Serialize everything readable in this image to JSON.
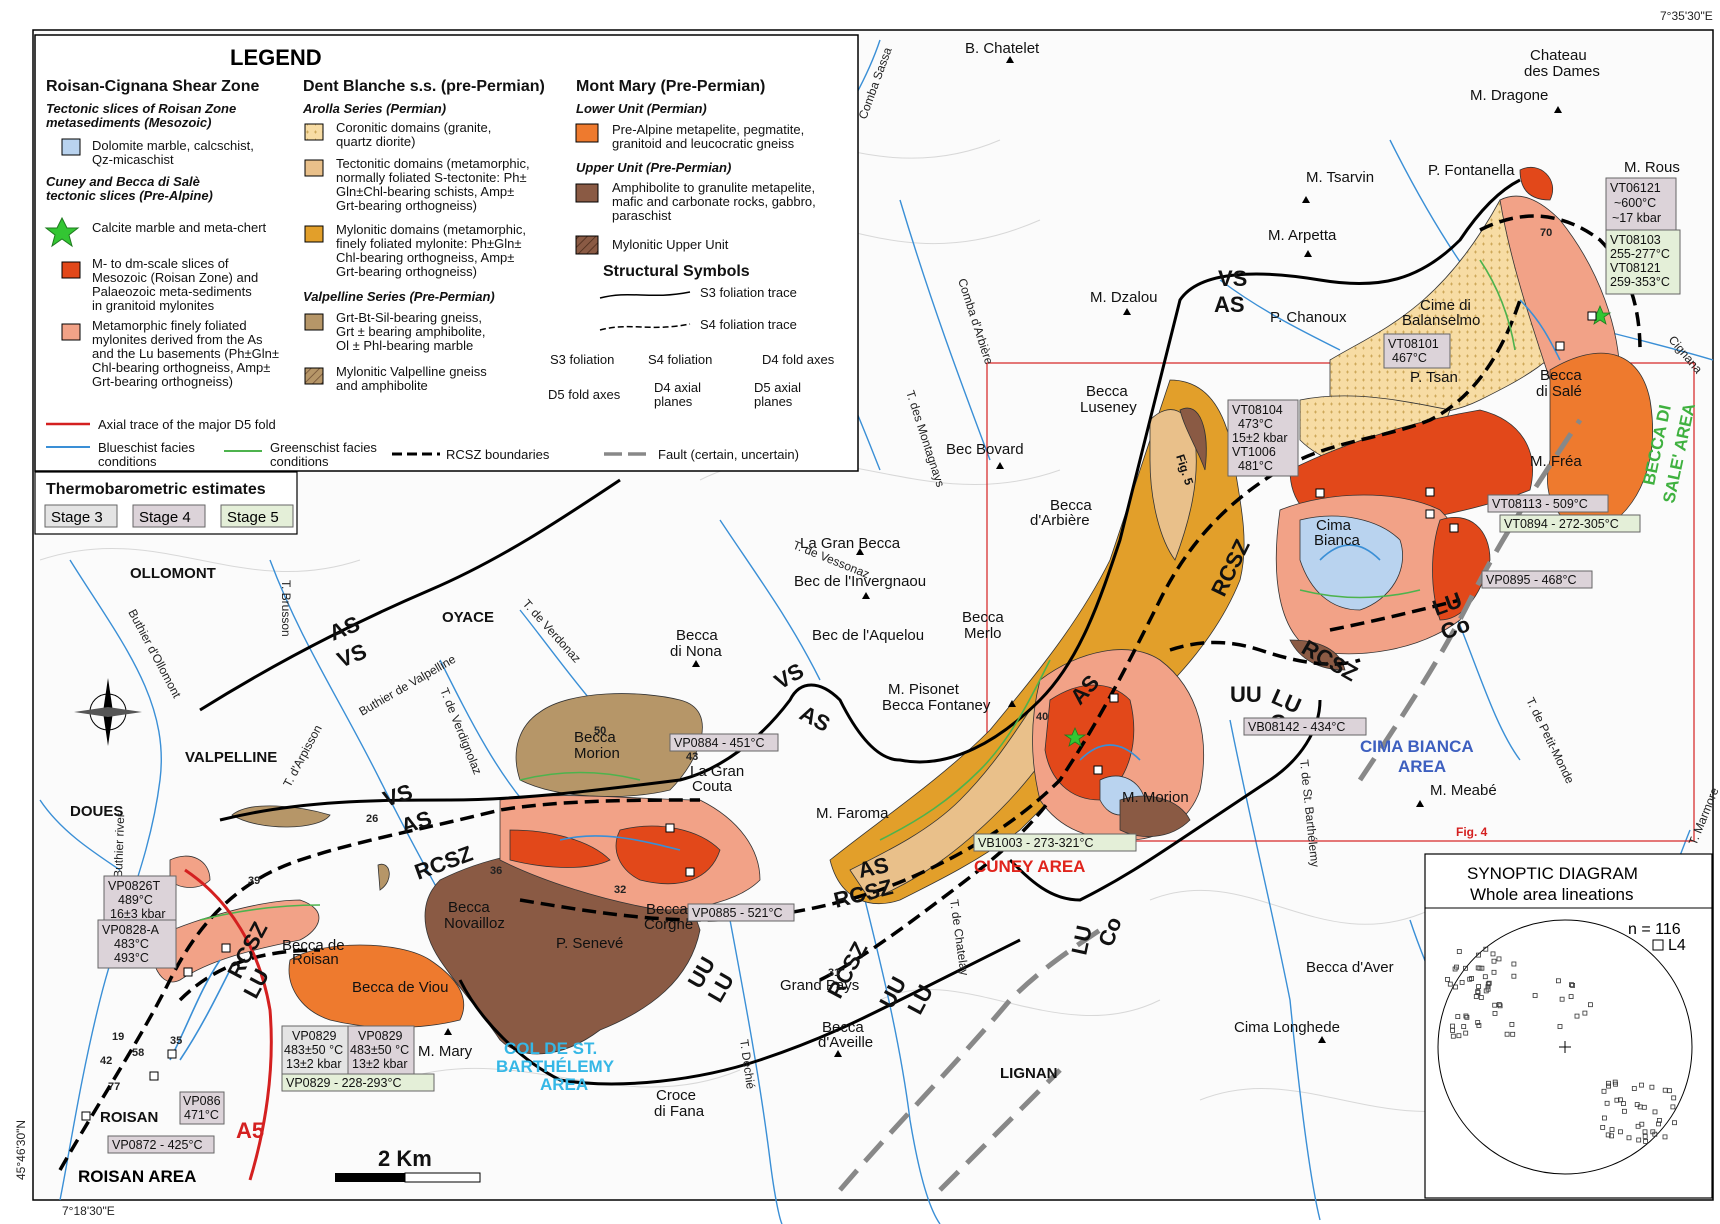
{
  "coords": {
    "top_right": "7°35'30\"E",
    "bottom_left_lon": "7°18'30\"E",
    "left_lat": "45°46'30\"N"
  },
  "legend": {
    "title": "LEGEND",
    "col1_title": "Roisan-Cignana Shear Zone",
    "col1_sub1": [
      "Tectonic slices of Roisan Zone",
      "metasediments (Mesozoic)"
    ],
    "dolomite": [
      "Dolomite marble, calcschist,",
      "Qz-micaschist"
    ],
    "col1_sub2": [
      "Cuney and Becca di Salè",
      "tectonic slices (Pre-Alpine)"
    ],
    "calcite": "Calcite marble and meta-chert",
    "slices": [
      "M- to dm-scale slices of",
      "Mesozoic (Roisan Zone) and",
      "Palaeozoic meta-sediments",
      "in granitoid mylonites"
    ],
    "meta": [
      "Metamorphic finely foliated",
      "mylonites derived from the As",
      "and the Lu basements (Ph±Gln±",
      "Chl-bearing orthogneiss, Amp±",
      "Grt-bearing orthogneiss)"
    ],
    "col2_title": "Dent Blanche s.s. (pre-Permian)",
    "col2_sub1": "Arolla Series (Permian)",
    "coronitic": [
      "Coronitic domains (granite,",
      "quartz diorite)"
    ],
    "tectonitic": [
      "Tectonitic domains (metamorphic,",
      "normally foliated S-tectonite: Ph±",
      "Gln±Chl-bearing schists, Amp±",
      "Grt-bearing orthogneiss)"
    ],
    "mylonitic": [
      "Mylonitic domains (metamorphic,",
      "finely foliated mylonite: Ph±Gln±",
      "Chl-bearing orthogneiss, Amp±",
      "Grt-bearing orthogneiss)"
    ],
    "col2_sub2": "Valpelline Series (Pre-Permian)",
    "gneiss": [
      "Grt-Bt-Sil-bearing gneiss,",
      "Grt ± bearing amphibolite,",
      "Ol ± Phl-bearing marble"
    ],
    "myl_valp": [
      "Mylonitic Valpelline gneiss",
      "and amphibolite"
    ],
    "col3_title": "Mont Mary (Pre-Permian)",
    "col3_sub1": "Lower Unit (Permian)",
    "prealpine": [
      "Pre-Alpine metapelite, pegmatite,",
      "granitoid and leucocratic gneiss"
    ],
    "col3_sub2": "Upper Unit (Pre-Permian)",
    "amphib": [
      "Amphibolite to granulite metapelite,",
      "mafic and carbonate rocks, gabbro,",
      "paraschist"
    ],
    "myl_upper": "Mylonitic Upper Unit",
    "struct_title": "Structural Symbols",
    "s3trace": "S3 foliation trace",
    "s4trace": "S4 foliation trace",
    "s3f": "S3 foliation",
    "s4f": "S4 foliation",
    "d4": "D4 fold axes",
    "d5": "D5 fold axes",
    "d4ap": [
      "D4 axial",
      "planes"
    ],
    "d5ap": [
      "D5 axial",
      "planes"
    ],
    "axial": "Axial trace of the major D5 fold",
    "blue": [
      "Blueschist facies",
      "conditions"
    ],
    "green": [
      "Greenschist facies",
      "conditions"
    ],
    "rcsz": "RCSZ boundaries",
    "fault": "Fault (certain, uncertain)"
  },
  "thermo": {
    "title": "Thermobarometric estimates",
    "stages": [
      "Stage 3",
      "Stage 4",
      "Stage 5"
    ]
  },
  "places": {
    "chatelet": "B. Chatelet",
    "chateau": [
      "Chateau",
      "des Dames"
    ],
    "dragone": "M. Dragone",
    "rous": "M. Rous",
    "tsarvin": "M. Tsarvin",
    "fontanella": "P. Fontanella",
    "arpetta": "M. Arpetta",
    "dzalou": "M. Dzalou",
    "chanoux": "P. Chanoux",
    "cime": [
      "Cime di",
      "Balanselmo"
    ],
    "tsan": "P. Tsan",
    "becca_sale": [
      "Becca",
      "di Salé"
    ],
    "luseney": [
      "Becca",
      "Luseney"
    ],
    "bovard": "Bec Bovard",
    "arbiere": [
      "Becca",
      "d'Arbière"
    ],
    "gran_becca": "La Gran Becca",
    "invergnaou": "Bec de l'Invergnaou",
    "aquelou": "Bec de l'Aquelou",
    "merlo": [
      "Becca",
      "Merlo"
    ],
    "nona": [
      "Becca",
      "di Nona"
    ],
    "pisonet": "M. Pisonet",
    "fontaney": "Becca Fontaney",
    "morion": [
      "Becca",
      "Morion"
    ],
    "gran_couta": [
      "La Gran",
      "Couta"
    ],
    "faroma": "M. Faroma",
    "morion2": "M. Morion",
    "cima_bianca": [
      "Cima",
      "Bianca"
    ],
    "frea": "M. Fréa",
    "meabe": "M. Meabé",
    "ollomont": "OLLOMONT",
    "oyace": "OYACE",
    "valpelline": "VALPELLINE",
    "doues": "DOUES",
    "roisan": "ROISAN",
    "lignan": "LIGNAN",
    "roisan_becca": [
      "Becca de",
      "Roisan"
    ],
    "viou": "Becca de Viou",
    "mary": "M. Mary",
    "novailloz": [
      "Becca",
      "Novailloz"
    ],
    "corgne": [
      "Becca",
      "Corgne"
    ],
    "senevé": "P. Senevé",
    "grand_pays": "Grand Pays",
    "aveille": [
      "Becca",
      "d'Aveille"
    ],
    "croce": [
      "Croce",
      "di Fana"
    ],
    "aver": "Becca d'Aver",
    "longhede": "Cima Longhede"
  },
  "rivers": {
    "comba_sassa": "Comba Sassa",
    "comba_arbiere": "Comba d'Arbière",
    "montagnays": "T. des Montagnays",
    "vessonaz": "T. de Vessonaz",
    "brusson": "T. Brusson",
    "buthier_oll": "Buthier d'Ollomont",
    "buthier_valp": "Buthier de Valpelline",
    "verdonaz": "T. de Verdonaz",
    "verdignolaz": "T. de Verdignolaz",
    "arpisson": "T. d'Arpisson",
    "buthier": "Buthier river",
    "chatelay": "T. de Chatelay",
    "dechie": "T. Dechié",
    "st_barth": "T. de St. Barthélemy",
    "petit_monde": "T. de Petit-Monde",
    "marmore": "T. Marmore",
    "cignana": "Cignana"
  },
  "units": {
    "as": "AS",
    "vs": "VS",
    "rcsz": "RCSZ",
    "uu": "UU",
    "lu": "LU",
    "co": "Co",
    "a5": "A5",
    "fig5": "Fig. 5",
    "fig4": "Fig. 4"
  },
  "areas": {
    "cuney": "CUNEY AREA",
    "cima": [
      "CIMA BIANCA",
      "AREA"
    ],
    "col": [
      "COL DE ST.",
      "BARTHÉLEMY",
      "AREA"
    ],
    "sale": [
      "BECCA DI",
      "SALE' AREA"
    ],
    "roisan": "ROISAN AREA"
  },
  "samples": {
    "vt06121": [
      "VT06121",
      "~600°C",
      "~17 kbar"
    ],
    "vt08103": [
      "VT08103",
      "255-277°C",
      "VT08121",
      "259-353°C"
    ],
    "vt08101": [
      "VT08101",
      "467°C"
    ],
    "vt08104": [
      "VT08104",
      "473°C",
      "15±2 kbar",
      "VT1006",
      "481°C"
    ],
    "vt08113": "VT08113 - 509°C",
    "vt0894": "VT0894 - 272-305°C",
    "vp0895": "VP0895 - 468°C",
    "vb08142": "VB08142 - 434°C",
    "vb1003": "VB1003 - 273-321°C",
    "vp0884": "VP0884 - 451°C",
    "vp0885": "VP0885 - 521°C",
    "vp0826": [
      "VP0826T",
      "489°C",
      "16±3 kbar"
    ],
    "vp0828": [
      "VP0828-A",
      "483°C",
      "493°C"
    ],
    "vp0829a": [
      "VP0829",
      "483±50 °C",
      "13±2 kbar"
    ],
    "vp0829b": [
      "VP0829",
      "483±50 °C",
      "13±2 kbar"
    ],
    "vp0829c": "VP0829 - 228-293°C",
    "vp086": [
      "VP086",
      "471°C"
    ],
    "vp0872": "VP0872 - 425°C"
  },
  "scale": "2 Km",
  "synoptic": {
    "title": [
      "SYNOPTIC DIAGRAM",
      "Whole area lineations"
    ],
    "n": "n = 116",
    "l4": "L4"
  },
  "dips": [
    "70",
    "40",
    "43",
    "36",
    "32",
    "26",
    "39",
    "31",
    "19",
    "58",
    "42",
    "77",
    "35",
    "50"
  ],
  "colors": {
    "blue_line": "#3a8fd6",
    "green_line": "#4db34d",
    "fold": "#d42020",
    "dolomite": "#b9d3ef",
    "slices": "#e2481a",
    "meta": "#f2a287",
    "coronitic": "#f7dca4",
    "tectonitic": "#e9c08a",
    "mylonitic": "#e29f2a",
    "gneiss": "#b69668",
    "prealpine": "#ee7a2e",
    "amphib": "#8a5a44",
    "stage3": "#e4e4e4",
    "stage4": "#dcd3d9",
    "stage5": "#e4efd8"
  }
}
